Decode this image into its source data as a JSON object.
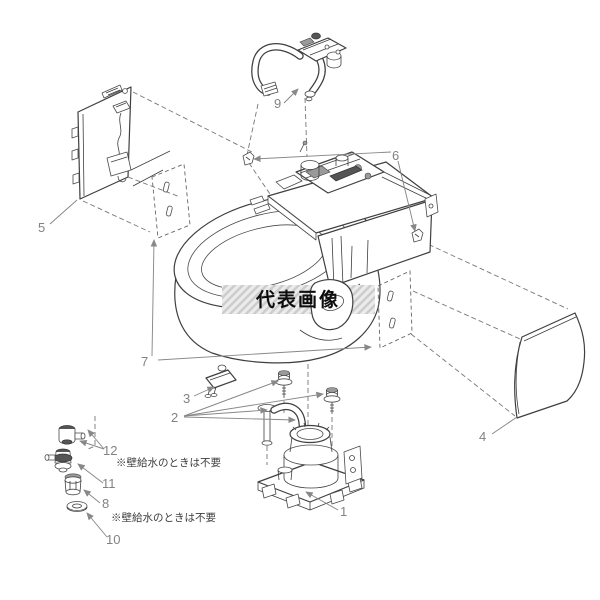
{
  "diagram": {
    "watermark": "代表画像",
    "background": "#ffffff"
  },
  "colors": {
    "line": "#3f3f3f",
    "label": "#828282",
    "leader": "#888888",
    "band_bg": "#ebebeb",
    "band_stripe": "#cccccc",
    "watermark_text": "#0d0d0d"
  },
  "labels": [
    {
      "id": "part-9",
      "text": "9"
    },
    {
      "id": "part-5",
      "text": "5"
    },
    {
      "id": "part-6",
      "text": "6"
    },
    {
      "id": "part-4",
      "text": "4"
    },
    {
      "id": "part-7",
      "text": "7"
    },
    {
      "id": "part-3",
      "text": "3"
    },
    {
      "id": "part-2",
      "text": "2"
    },
    {
      "id": "part-1",
      "text": "1"
    },
    {
      "id": "part-12",
      "text": "12"
    },
    {
      "id": "part-11",
      "text": "11"
    },
    {
      "id": "part-8",
      "text": "8"
    },
    {
      "id": "part-10",
      "text": "10"
    }
  ],
  "annotations": [
    {
      "id": "note-wall-supply-top",
      "text": "※壁給水のときは不要"
    },
    {
      "id": "note-wall-supply-bottom",
      "text": "※壁給水のときは不要"
    }
  ]
}
